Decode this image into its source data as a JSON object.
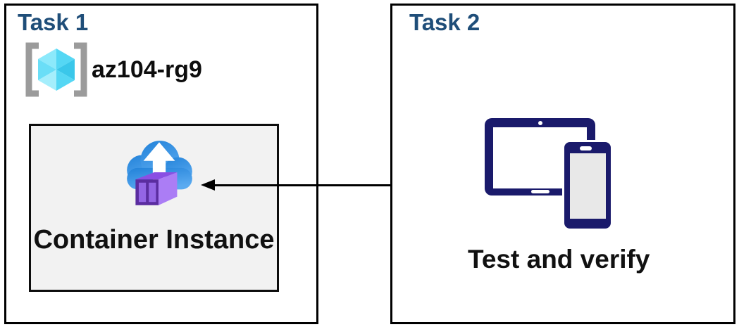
{
  "task1": {
    "title": "Task 1",
    "resource_group": {
      "name": "az104-rg9",
      "icon": "resource-group-icon"
    },
    "container": {
      "label": "Container Instance",
      "icon": "container-instance-icon"
    }
  },
  "task2": {
    "title": "Task 2",
    "label": "Test and verify",
    "icon": "tablet-phone-devices-icon"
  },
  "connector": {
    "type": "arrow",
    "from": "task2-devices",
    "to": "container-instance",
    "direction": "right-to-left"
  },
  "colors": {
    "title_blue": "#1f4e79",
    "box_border": "#000000",
    "container_box_bg": "#f2f2f2",
    "device_navy": "#1a1a6b",
    "cloud_blue_dark": "#2282d9",
    "cloud_blue_light": "#5aaaf0",
    "container_purple_dark": "#5b2da0",
    "container_purple_light": "#ab7df5",
    "cube_cyan_light": "#8ce9fb",
    "cube_cyan_dark": "#3ac7ea",
    "bracket_gray": "#9b9b9b",
    "text_black": "#111111"
  }
}
